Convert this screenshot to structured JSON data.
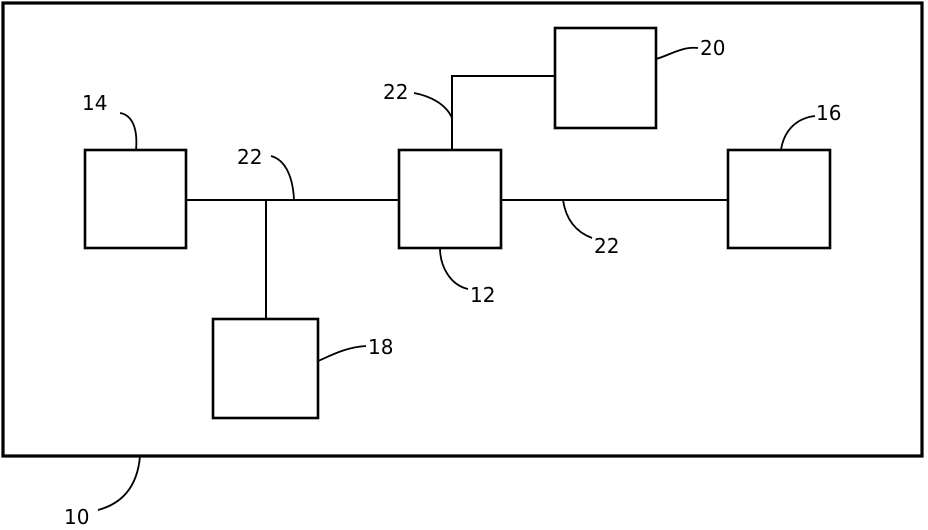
{
  "labels": {
    "system": "10",
    "central_unit": "12",
    "left_unit": "14",
    "right_unit": "16",
    "lower_unit": "18",
    "upper_unit": "20",
    "link_left": "22",
    "link_upper": "22",
    "link_right": "22"
  },
  "colors": {
    "stroke": "#000000",
    "background": "#ffffff"
  }
}
